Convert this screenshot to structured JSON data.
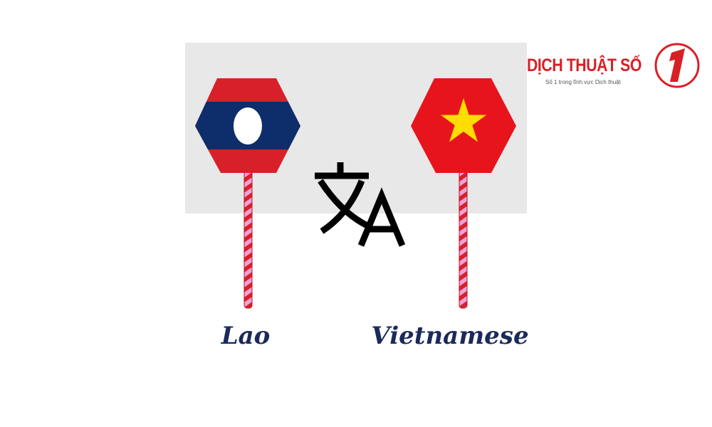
{
  "left_language": {
    "label": "Lao",
    "flag": "laos-flag"
  },
  "right_language": {
    "label": "Vietnamese",
    "flag": "vietnam-flag"
  },
  "center_icon": "translate-icon",
  "logo": {
    "title": "DỊCH THUẬT SỐ",
    "tagline": "Số 1 trong lĩnh vực Dịch thuật",
    "number": "1"
  },
  "colors": {
    "red": "#d8202a",
    "navy": "#0e2d6b",
    "yellow": "#ffdd00",
    "pink": "#f4a0d8",
    "panel": "#e8e8e8"
  }
}
